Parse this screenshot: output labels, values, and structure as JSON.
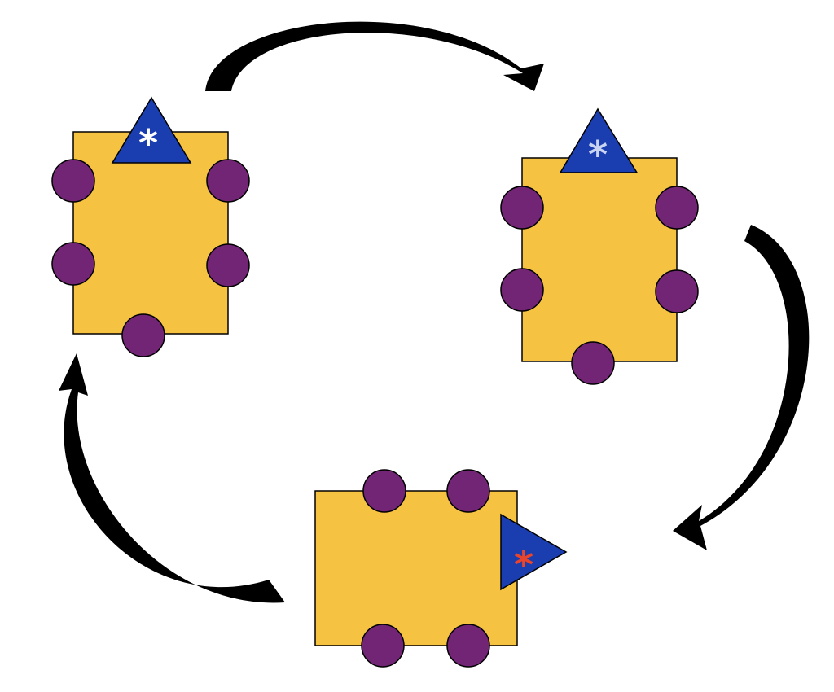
{
  "diagram": {
    "stages": [
      {
        "name": "top-left",
        "orientation": "upright",
        "marker": "*",
        "marker_color": "#ffffff",
        "side_circles": 4,
        "bottom_circles": 1
      },
      {
        "name": "top-right",
        "orientation": "upright",
        "marker": "*",
        "marker_color": "#c9d3f2",
        "side_circles": 4,
        "bottom_circles": 1
      },
      {
        "name": "bottom",
        "orientation": "rotated-right",
        "marker": "*",
        "marker_color": "#e8452c",
        "top_circles": 2,
        "bottom_circles": 2
      }
    ],
    "cycle": "clockwise",
    "colors": {
      "body": "#f6c242",
      "circle": "#722575",
      "triangle": "#1a3eb0",
      "arrow": "#000000",
      "outline": "#000000"
    }
  }
}
